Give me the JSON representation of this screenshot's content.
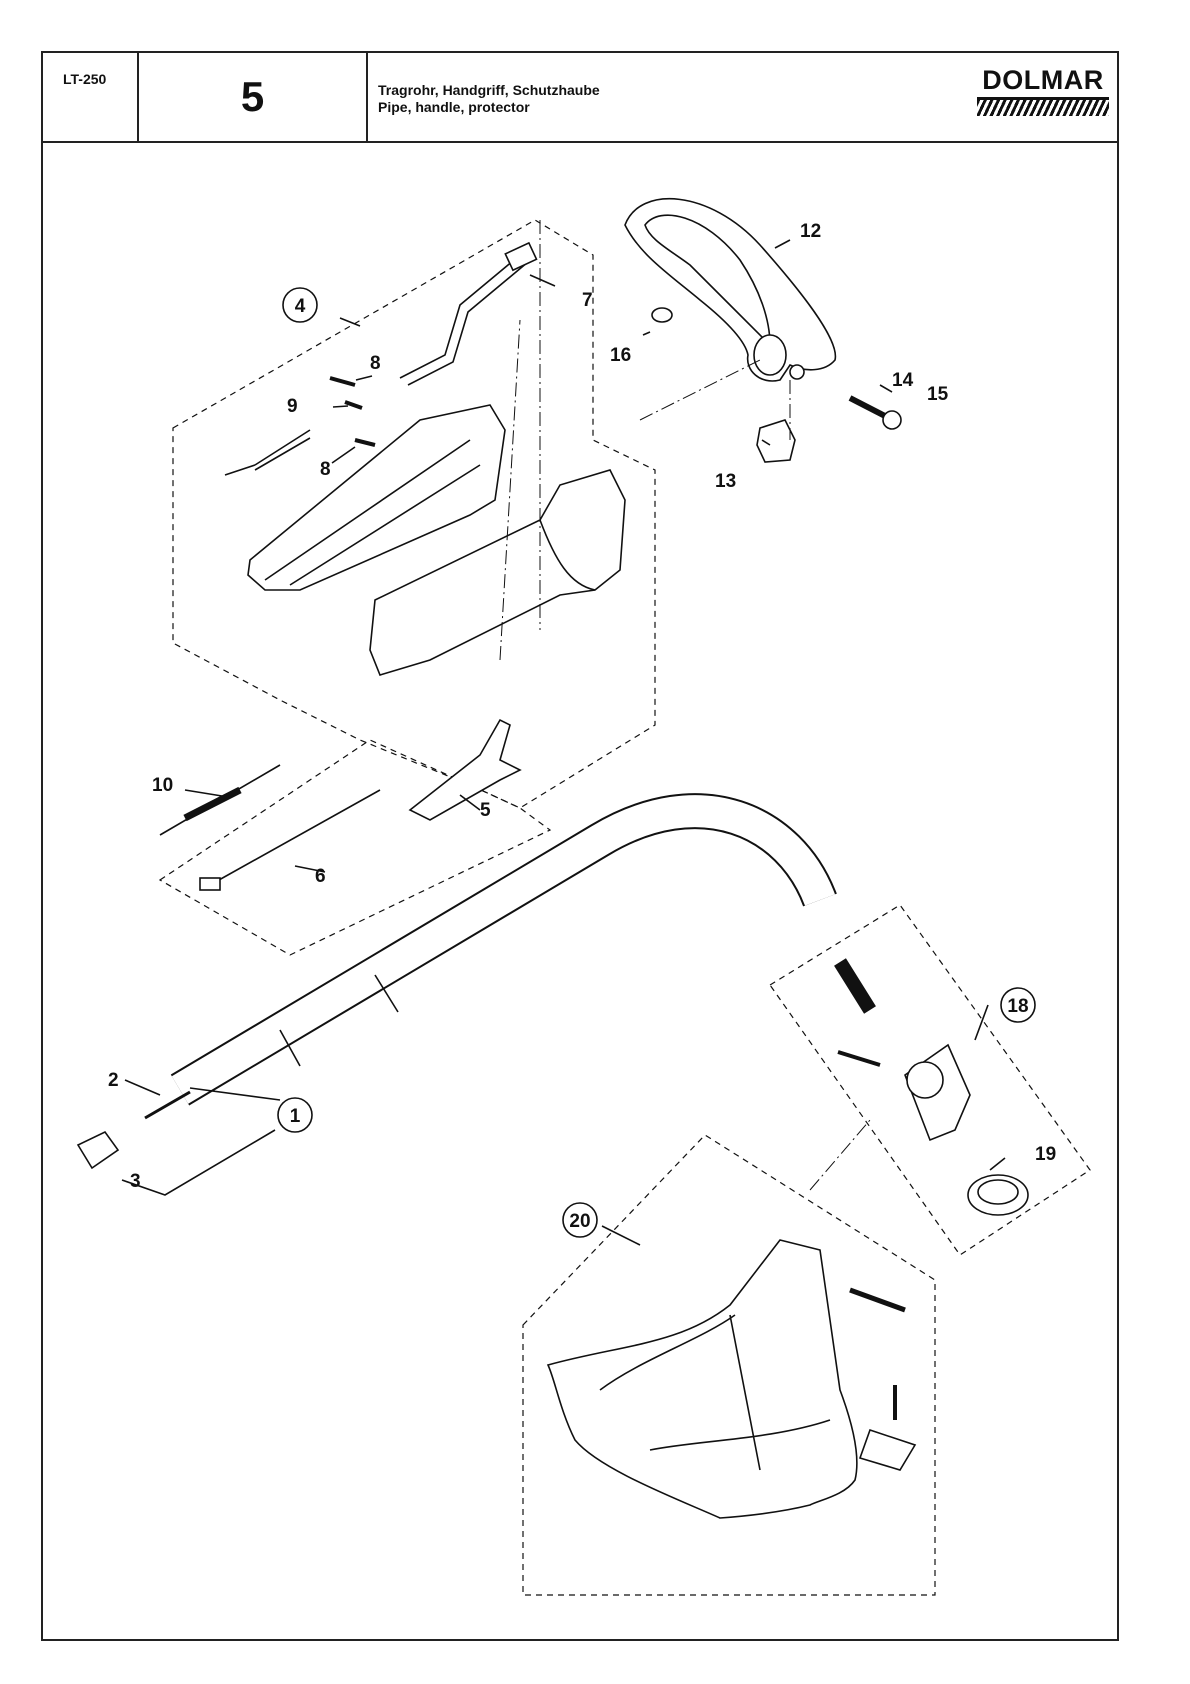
{
  "header": {
    "model": "LT-250",
    "page_number": "5",
    "title_de": "Tragrohr, Handgriff, Schutzhaube",
    "title_en": "Pipe, handle, protector",
    "brand": "DOLMAR"
  },
  "callouts": {
    "c1": "1",
    "c2": "2",
    "c3": "3",
    "c4": "4",
    "c5": "5",
    "c6": "6",
    "c7": "7",
    "c8a": "8",
    "c8b": "8",
    "c9": "9",
    "c10": "10",
    "c12": "12",
    "c13": "13",
    "c14": "14",
    "c15": "15",
    "c16": "16",
    "c18": "18",
    "c19": "19",
    "c20": "20"
  },
  "colors": {
    "line": "#111111",
    "background": "#ffffff"
  }
}
